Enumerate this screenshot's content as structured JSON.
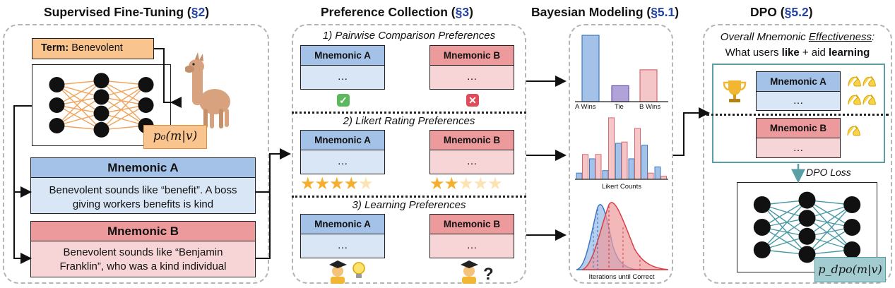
{
  "titles": {
    "sft": "Supervised Fine-Tuning (",
    "sft_sec": "§2",
    "sft_end": ")",
    "pref": "Preference Collection (",
    "pref_sec": "§3",
    "pref_end": ")",
    "bayes": "Bayesian Modeling (",
    "bayes_sec": "§5.1",
    "bayes_end": ")",
    "dpo": "DPO (",
    "dpo_sec": "§5.2",
    "dpo_end": ")"
  },
  "sft": {
    "term_label": "Term:",
    "term_value": "Benevolent",
    "prior_label": "p₀(m|v)",
    "mnemonic_a_title": "Mnemonic A",
    "mnemonic_a_text": "Benevolent sounds like “benefit”. A boss giving workers benefits is kind",
    "mnemonic_b_title": "Mnemonic B",
    "mnemonic_b_text": "Benevolent sounds like “Benjamin Franklin”, who was a kind individual"
  },
  "pref": {
    "section1": "1) Pairwise Comparison Preferences",
    "section2": "2) Likert Rating Preferences",
    "section3": "3) Learning Preferences",
    "mnemonic_a": "Mnemonic A",
    "mnemonic_b": "Mnemonic B",
    "ellipsis": "…",
    "stars_a": 4,
    "stars_b": 2,
    "stars_total": 5
  },
  "bayes": {
    "pairwise_labels": [
      "A Wins",
      "Tie",
      "B Wins"
    ],
    "likert_label": "Likert Counts",
    "learning_label": "Iterations until Correct"
  },
  "dpo": {
    "heading_1": "Overall Mnemonic ",
    "heading_2": "Effectiveness",
    "heading_3": ":",
    "line2_a": "What users ",
    "line2_b": "like",
    "line2_c": " + aid ",
    "line2_d": "learning",
    "mnemonic_a": "Mnemonic A",
    "mnemonic_b": "Mnemonic B",
    "ellipsis": "…",
    "loss_label": "DPO Loss",
    "policy_label": "p_dpo(m|v)"
  },
  "colors": {
    "blue": "#a4c2e8",
    "red": "#ec9a9c",
    "orange": "#f9c48d",
    "teal": "#5a9ea6",
    "section": "#2443a8"
  },
  "chart_data": [
    {
      "type": "bar",
      "categories": [
        "A Wins",
        "Tie",
        "B Wins"
      ],
      "values": [
        1.0,
        0.24,
        0.48
      ]
    },
    {
      "type": "bar",
      "xlabel": "Likert Counts",
      "series": [
        {
          "values": [
            0.1,
            0.33,
            0.14,
            0.58,
            0.33,
            0.55,
            0.2
          ]
        },
        {
          "values": [
            0.4,
            0.4,
            0.99,
            0.6,
            0.82,
            0.1,
            0.05
          ]
        }
      ]
    },
    {
      "type": "area",
      "xlabel": "Iterations until Correct"
    }
  ]
}
